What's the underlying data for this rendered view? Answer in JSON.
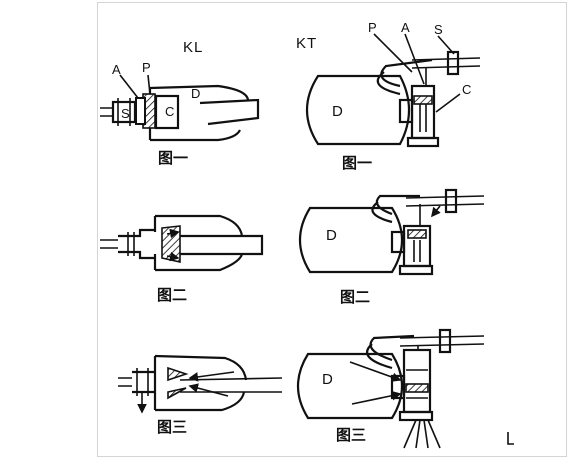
{
  "kl_title": "KL",
  "kt_title": "KT",
  "kl_labels": {
    "a": "A",
    "p": "P",
    "s": "S",
    "c": "C",
    "d": "D"
  },
  "kt_labels": {
    "p": "P",
    "a": "A",
    "s": "S",
    "c": "C",
    "d": "D"
  },
  "captions": {
    "kl_fig1": "图一",
    "kl_fig2": "图二",
    "kl_fig3": "图三",
    "kt_fig1": "图一",
    "kt_fig2": "图二",
    "kt_fig3": "图三"
  },
  "tank_labels": {
    "t1": "D",
    "t2": "D",
    "t3": "D"
  }
}
